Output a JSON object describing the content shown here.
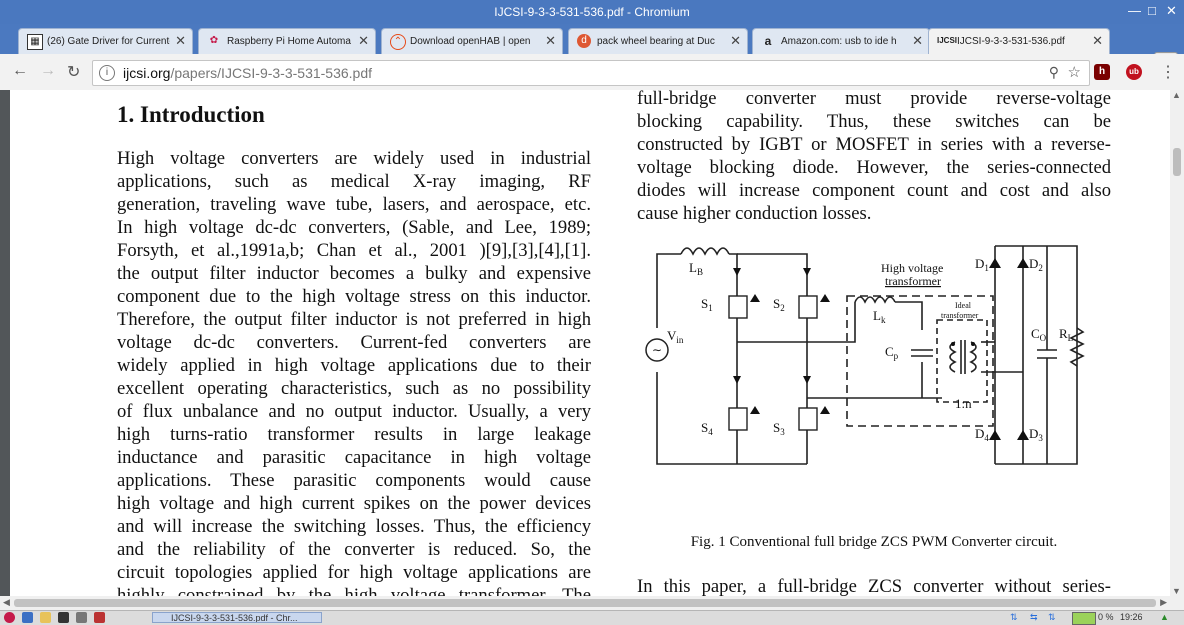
{
  "window": {
    "title": "IJCSI-9-3-3-531-536.pdf - Chromium",
    "controls": [
      "minimize-icon",
      "maximize-icon",
      "close-icon"
    ]
  },
  "tabs": [
    {
      "label": "(26) Gate Driver for Current-",
      "icon": "site-favicon",
      "active": false
    },
    {
      "label": "Raspberry Pi Home Automa",
      "icon": "raspberry-icon",
      "active": false
    },
    {
      "label": "Download openHAB | open",
      "icon": "openhab-icon",
      "active": false
    },
    {
      "label": "pack wheel bearing at Duc",
      "icon": "duckduckgo-icon",
      "active": false
    },
    {
      "label": "Amazon.com: usb to ide h",
      "icon": "amazon-icon",
      "active": false
    },
    {
      "label": "IJCSI-9-3-3-531-536.pdf",
      "icon": "ijcsi-icon",
      "active": true
    }
  ],
  "toolbar": {
    "url_host": "ijcsi.org",
    "url_path": "/papers/IJCSI-9-3-3-531-536.pdf",
    "zoom_icon": "magnifier-icon",
    "bookmark_icon": "star-icon",
    "extensions": [
      {
        "name": "h-extension-icon",
        "label": "h",
        "color": "#7a0000"
      },
      {
        "name": "ublock-icon",
        "label": "ub",
        "color": "#c1121f"
      }
    ]
  },
  "document": {
    "heading": "1. Introduction",
    "left_lines": [
      "High voltage converters are widely used in industrial",
      "applications, such as medical X-ray imaging, RF",
      "generation, traveling wave tube, lasers, and aerospace, etc.",
      "In high voltage dc-dc converters, (Sable, and Lee, 1989;",
      "Forsyth, et al.,1991a,b; Chan et al., 2001 )[9],[3],[4],[1].",
      "the output filter inductor becomes a bulky and expensive",
      "component due to the high voltage stress on this inductor.",
      "Therefore, the output filter inductor is not preferred in high",
      "voltage dc-dc converters. Current-fed converters are",
      "widely applied in high voltage applications due to their",
      "excellent operating characteristics, such as no possibility",
      "of flux unbalance and no output inductor. Usually, a very",
      "high turns-ratio transformer results in large leakage",
      "inductance and parasitic capacitance in high voltage",
      "applications. These parasitic components would cause",
      "high voltage and high current spikes on the power devices",
      "and will increase the switching losses. Thus, the efficiency",
      "and the reliability of the converter is reduced. So, the",
      "circuit topologies applied for high voltage applications are",
      "highly constrained by the high voltage transformer. The"
    ],
    "right_lines": [
      "full-bridge converter must provide reverse-voltage",
      "blocking capability. Thus, these switches can be",
      "constructed by IGBT or MOSFET in series with a reverse-",
      "voltage blocking diode. However, the series-connected",
      "diodes will increase component count and cost and also",
      "cause higher conduction losses."
    ],
    "figure": {
      "labels": {
        "lb": "L",
        "lb_sub": "B",
        "vin": "V",
        "vin_sub": "in",
        "s1": "S",
        "s1_sub": "1",
        "s2": "S",
        "s2_sub": "2",
        "s3": "S",
        "s3_sub": "3",
        "s4": "S",
        "s4_sub": "4",
        "hv_transformer_line1": "High voltage",
        "hv_transformer_line2": "transformer",
        "ideal_line1": "Ideal",
        "ideal_line2": "transformer",
        "lk": "L",
        "lk_sub": "k",
        "cp": "C",
        "cp_sub": "p",
        "ratio": "1:n",
        "d1": "D",
        "d1_sub": "1",
        "d2": "D",
        "d2_sub": "2",
        "d3": "D",
        "d3_sub": "3",
        "d4": "D",
        "d4_sub": "4",
        "co": "C",
        "co_sub": "O",
        "rl": "R",
        "rl_sub": "L"
      }
    },
    "caption": "Fig. 1  Conventional full bridge ZCS PWM Converter circuit.",
    "bottom_line": "In this paper, a full-bridge ZCS converter without series-"
  },
  "taskbar": {
    "task_label": "IJCSI-9-3-3-531-536.pdf - Chr...",
    "volume_percent": "0 %",
    "clock": "19:26"
  }
}
